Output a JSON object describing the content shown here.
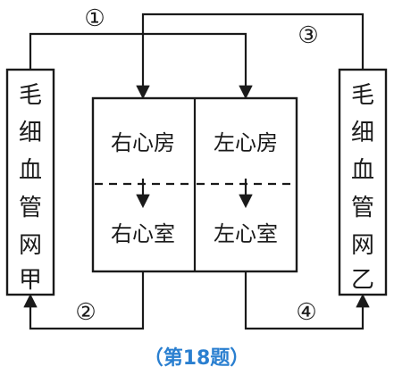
{
  "left_box": {
    "chars": [
      "毛",
      "细",
      "血",
      "管",
      "网",
      "甲"
    ]
  },
  "right_box": {
    "chars": [
      "毛",
      "细",
      "血",
      "管",
      "网",
      "乙"
    ]
  },
  "heart": {
    "right_atrium": "右心房",
    "left_atrium": "左心房",
    "right_ventricle": "右心室",
    "left_ventricle": "左心室"
  },
  "paths": {
    "p1": "①",
    "p2": "②",
    "p3": "③",
    "p4": "④"
  },
  "caption": "（第18题）"
}
